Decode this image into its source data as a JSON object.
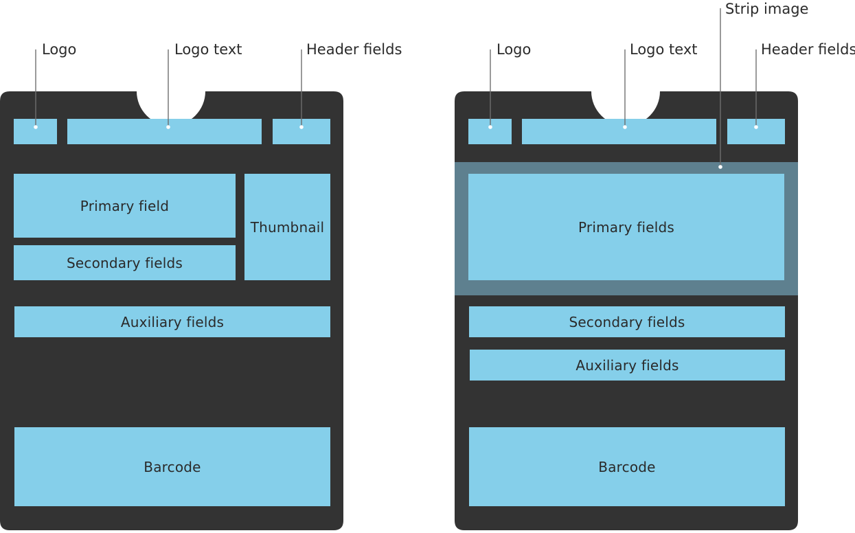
{
  "colors": {
    "card": "#333333",
    "field": "#85cfea",
    "strip": "#5e808f",
    "leader": "#6e6e6e",
    "dot": "#ffffff",
    "text": "#2b2b2b"
  },
  "left_pass": {
    "callouts": {
      "logo": "Logo",
      "logo_text": "Logo text",
      "header_fields": "Header fields"
    },
    "zones": {
      "primary": "Primary field",
      "secondary": "Secondary fields",
      "thumbnail": "Thumbnail",
      "auxiliary": "Auxiliary fields",
      "barcode": "Barcode"
    }
  },
  "right_pass": {
    "callouts": {
      "logo": "Logo",
      "logo_text": "Logo text",
      "header_fields": "Header fields",
      "strip_image": "Strip image"
    },
    "zones": {
      "primary": "Primary fields",
      "secondary": "Secondary fields",
      "auxiliary": "Auxiliary fields",
      "barcode": "Barcode"
    }
  }
}
